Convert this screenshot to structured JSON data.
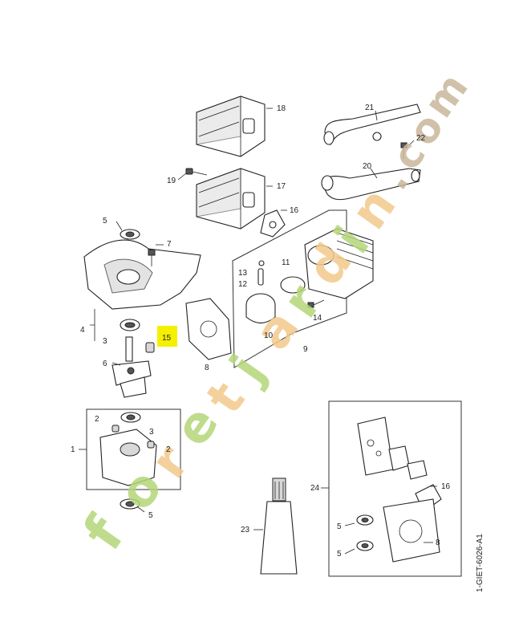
{
  "callouts": {
    "c1": "1",
    "c2a": "2",
    "c2b": "2",
    "c3a": "3",
    "c3b": "3",
    "c4": "4",
    "c5a": "5",
    "c5b": "5",
    "c5c": "5",
    "c5d": "5",
    "c6": "6",
    "c7": "7",
    "c8a": "8",
    "c8b": "8",
    "c9": "9",
    "c10": "10",
    "c11": "11",
    "c12": "12",
    "c13": "13",
    "c14": "14",
    "c15": "15",
    "c16a": "16",
    "c16b": "16",
    "c17": "17",
    "c18": "18",
    "c19": "19",
    "c20": "20",
    "c21": "21",
    "c22": "22",
    "c23": "23",
    "c24": "24"
  },
  "highlight_color": "#f4f000",
  "watermark_text": "foretjardin.com",
  "watermark_colors": [
    "#b4d77a",
    "#f3c98b",
    "#c9b79c"
  ],
  "drawing_code": "1-GIET-6026-A1"
}
